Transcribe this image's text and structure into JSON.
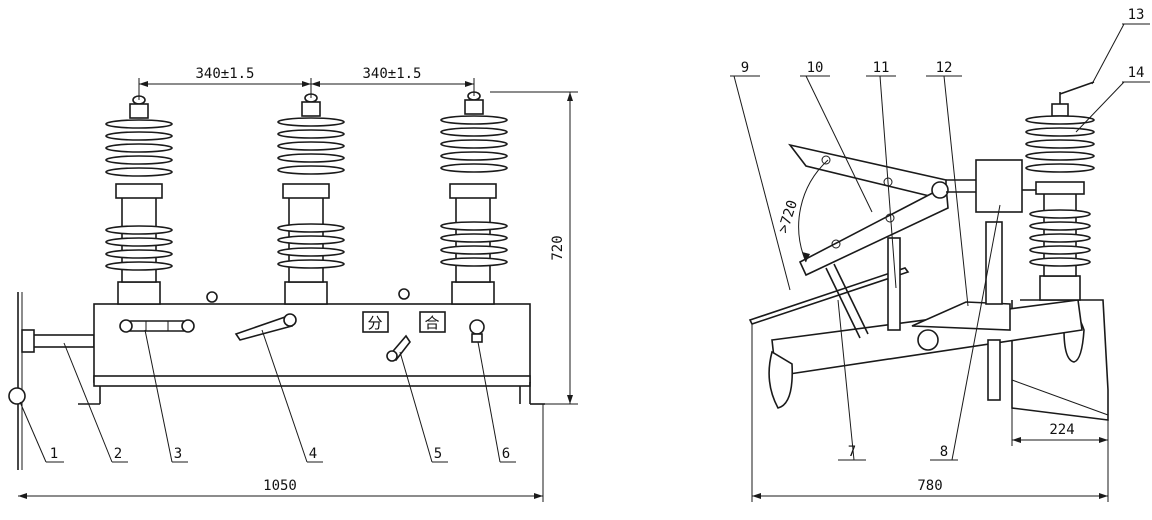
{
  "front_view": {
    "dimensions": {
      "pitch_1": "340±1.5",
      "pitch_2": "340±1.5",
      "height": "720",
      "width": "1050"
    },
    "callouts": [
      "1",
      "2",
      "3",
      "4",
      "5",
      "6"
    ],
    "panel_labels": {
      "open": "分",
      "close": "合"
    }
  },
  "side_view": {
    "dimensions": {
      "angle": ">720",
      "width": "780",
      "base": "224"
    },
    "callouts": [
      "7",
      "8",
      "9",
      "10",
      "11",
      "12",
      "13",
      "14"
    ]
  }
}
